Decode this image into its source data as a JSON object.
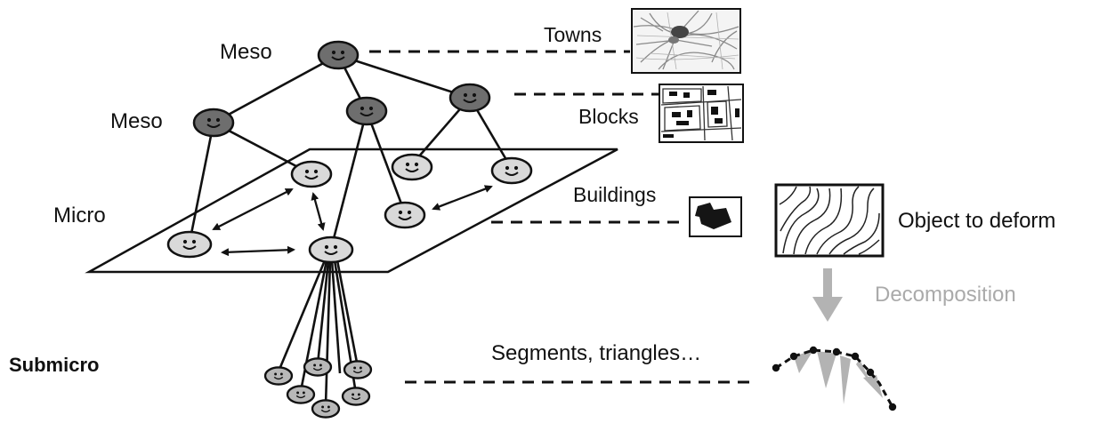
{
  "labels": {
    "meso_top": "Meso",
    "meso_left": "Meso",
    "micro": "Micro",
    "submicro": "Submicro",
    "towns": "Towns",
    "blocks": "Blocks",
    "buildings": "Buildings",
    "object": "Object to deform",
    "decomposition": "Decomposition",
    "segments": "Segments, triangles…"
  },
  "colors": {
    "line": "#111111",
    "meso_fill": "#6e6e6e",
    "micro_fill": "#d9d9d9",
    "submicro_fill": "#b8b8b8",
    "decomposition": "#b3b3b3"
  },
  "icons": [
    "smiley-agent-icon",
    "map-thumbnail-icon",
    "contour-map-icon",
    "down-arrow-icon"
  ]
}
